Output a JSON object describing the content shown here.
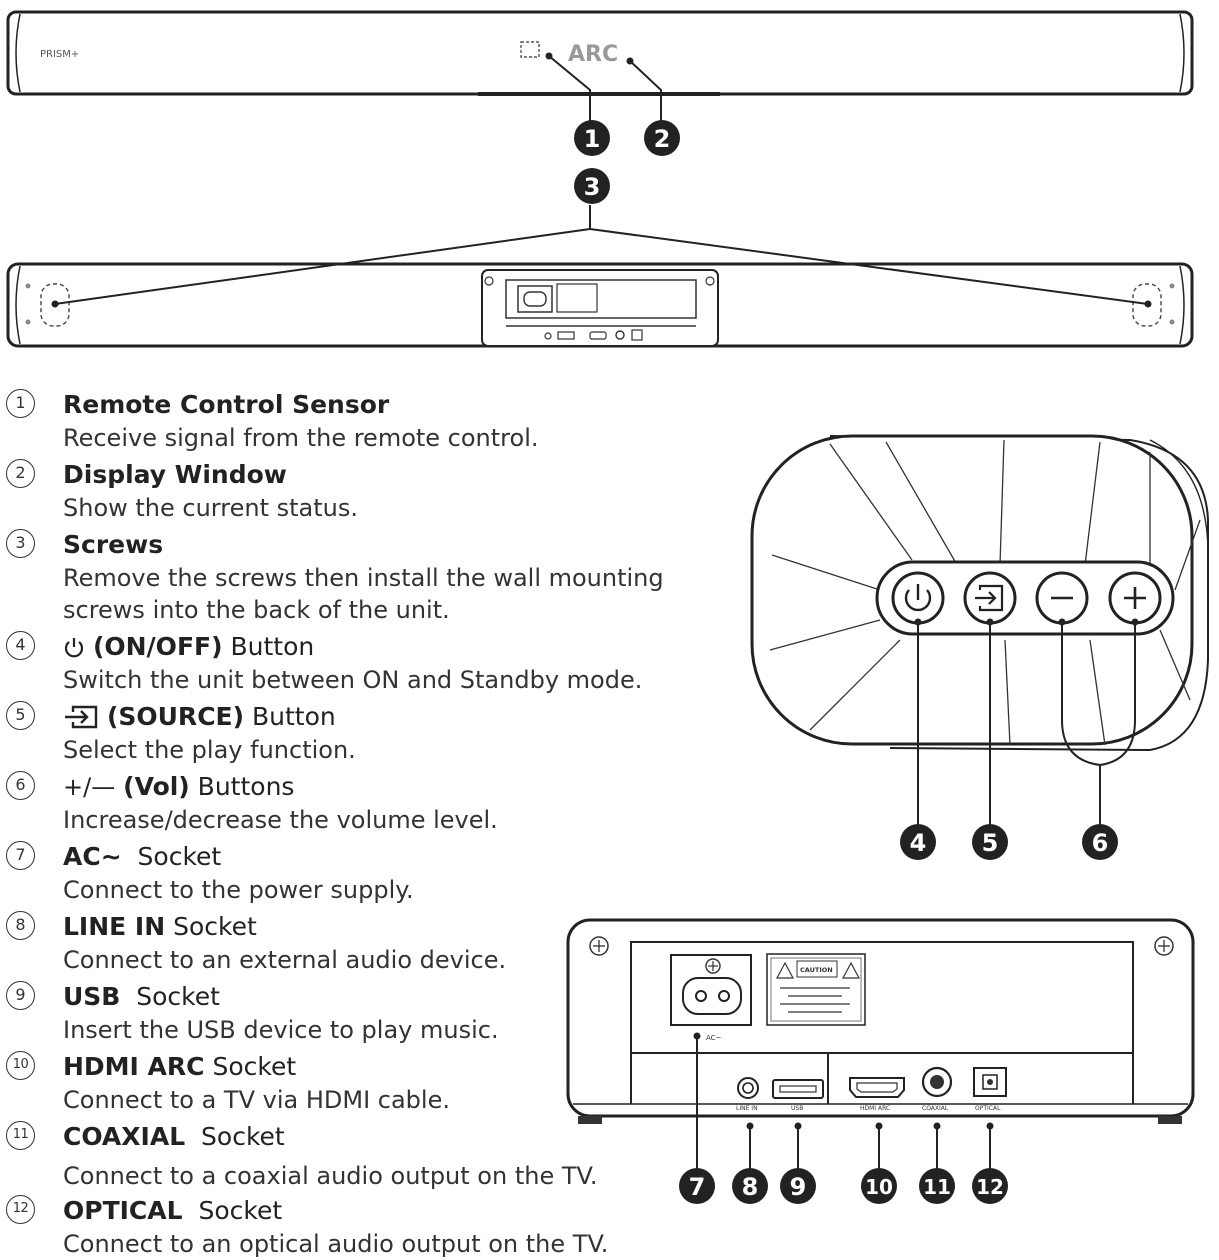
{
  "device": {
    "brand_label": "PRISM+",
    "arc_label": "ARC",
    "port_labels": {
      "ac": "AC~",
      "line_in": "LINE IN",
      "usb": "USB",
      "hdmi_arc": "HDMI ARC",
      "coaxial": "COAXIAL",
      "optical": "OPTICAL"
    },
    "caution_label": "CAUTION"
  },
  "callouts": [
    "1",
    "2",
    "3",
    "4",
    "5",
    "6",
    "7",
    "8",
    "9",
    "10",
    "11",
    "12"
  ],
  "features": [
    {
      "num": "1",
      "bold": "Remote Control Sensor",
      "rest": "",
      "desc": "Receive signal from the remote control."
    },
    {
      "num": "2",
      "bold": "Display Window",
      "rest": "",
      "desc": "Show the current status."
    },
    {
      "num": "3",
      "bold": "Screws",
      "rest": "",
      "desc": "Remove the screws then install the wall mounting screws into the back of the unit."
    },
    {
      "num": "4",
      "symbol": "power-icon",
      "bold": "(ON/OFF)",
      "rest": " Button",
      "desc": "Switch the unit between ON and Standby mode."
    },
    {
      "num": "5",
      "symbol": "source-icon",
      "bold": "(SOURCE)",
      "rest": " Button",
      "desc": "Select the play function."
    },
    {
      "num": "6",
      "symbol": "plus-minus",
      "symbol_text": "+/—",
      "bold": "(Vol)",
      "rest": " Buttons",
      "desc": "Increase/decrease the volume level."
    },
    {
      "num": "7",
      "bold": "AC~",
      "rest": "  Socket",
      "desc": "Connect to the power supply."
    },
    {
      "num": "8",
      "bold": "LINE IN",
      "rest": " Socket",
      "desc": "Connect to an external audio device."
    },
    {
      "num": "9",
      "bold": "USB",
      "rest": "  Socket",
      "desc": "Insert the USB device to play music."
    },
    {
      "num": "10",
      "bold": "HDMI ARC",
      "rest": " Socket",
      "desc": "Connect to a TV via HDMI cable."
    },
    {
      "num": "11",
      "bold": "COAXIAL",
      "rest": "  Socket",
      "desc": "Connect to a coaxial audio output on the TV."
    },
    {
      "num": "12",
      "bold": "OPTICAL",
      "rest": "  Socket",
      "desc": "Connect to an optical audio output on the TV."
    }
  ]
}
